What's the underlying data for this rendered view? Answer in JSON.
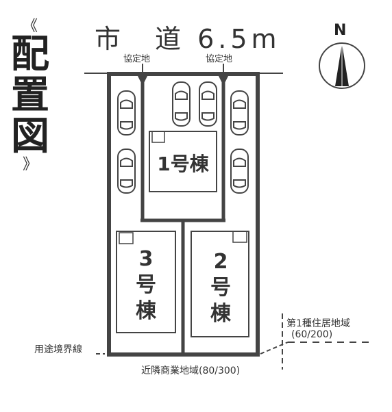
{
  "title": {
    "open": "《",
    "chars": [
      "配",
      "置",
      "図"
    ],
    "close": "》"
  },
  "road": "市　道 6.5m",
  "kyotei_left": "協定地",
  "kyotei_right": "協定地",
  "north": "N",
  "building1": "1号棟",
  "building2": [
    "2",
    "号",
    "棟"
  ],
  "building3": [
    "3",
    "号",
    "棟"
  ],
  "zone_boundary": "用途境界線",
  "zone_residential": "第1種住居地域",
  "zone_residential_ratio": "(60/200)",
  "zone_commercial": "近隣商業地域(80/300)"
}
